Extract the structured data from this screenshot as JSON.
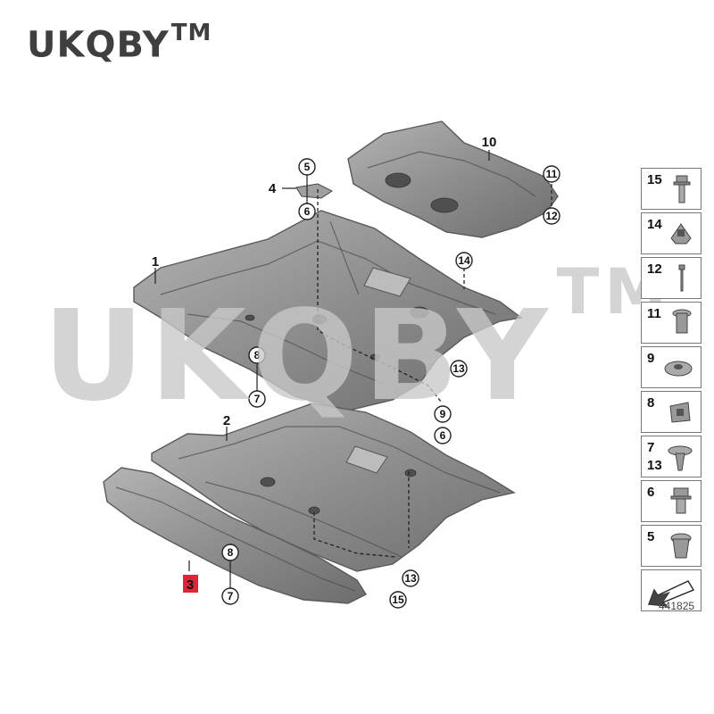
{
  "brand": {
    "name": "UKQBY",
    "mark": "TM"
  },
  "watermark": {
    "name": "UKQBY",
    "mark": "TM"
  },
  "callouts": {
    "p1": "1",
    "p2": "2",
    "p3": "3",
    "p4": "4",
    "c5": "5",
    "c6a": "6",
    "c6b": "6",
    "c7a": "7",
    "c7b": "7",
    "c8a": "8",
    "c8b": "8",
    "c9": "9",
    "p10": "10",
    "c11": "11",
    "c12": "12",
    "c13a": "13",
    "c13b": "13",
    "c14": "14",
    "c15": "15"
  },
  "legend": [
    {
      "num": "15",
      "icon": "bolt-icon"
    },
    {
      "num": "14",
      "icon": "clip-nut-icon"
    },
    {
      "num": "12",
      "icon": "rivet-icon"
    },
    {
      "num": "11",
      "icon": "expanding-nut-icon"
    },
    {
      "num": "9",
      "icon": "washer-icon"
    },
    {
      "num": "8",
      "icon": "clip-nut-icon"
    },
    {
      "num": "7",
      "num2": "13",
      "icon": "push-rivet-icon"
    },
    {
      "num": "6",
      "icon": "flange-bolt-icon"
    },
    {
      "num": "5",
      "icon": "grommet-icon"
    },
    {
      "num": "",
      "icon": "direction-arrow-icon"
    }
  ],
  "diagram_id": "441825",
  "colors": {
    "part": "#8e8e8e",
    "part_dark": "#5a5a5a",
    "highlight": "#e0253a"
  }
}
